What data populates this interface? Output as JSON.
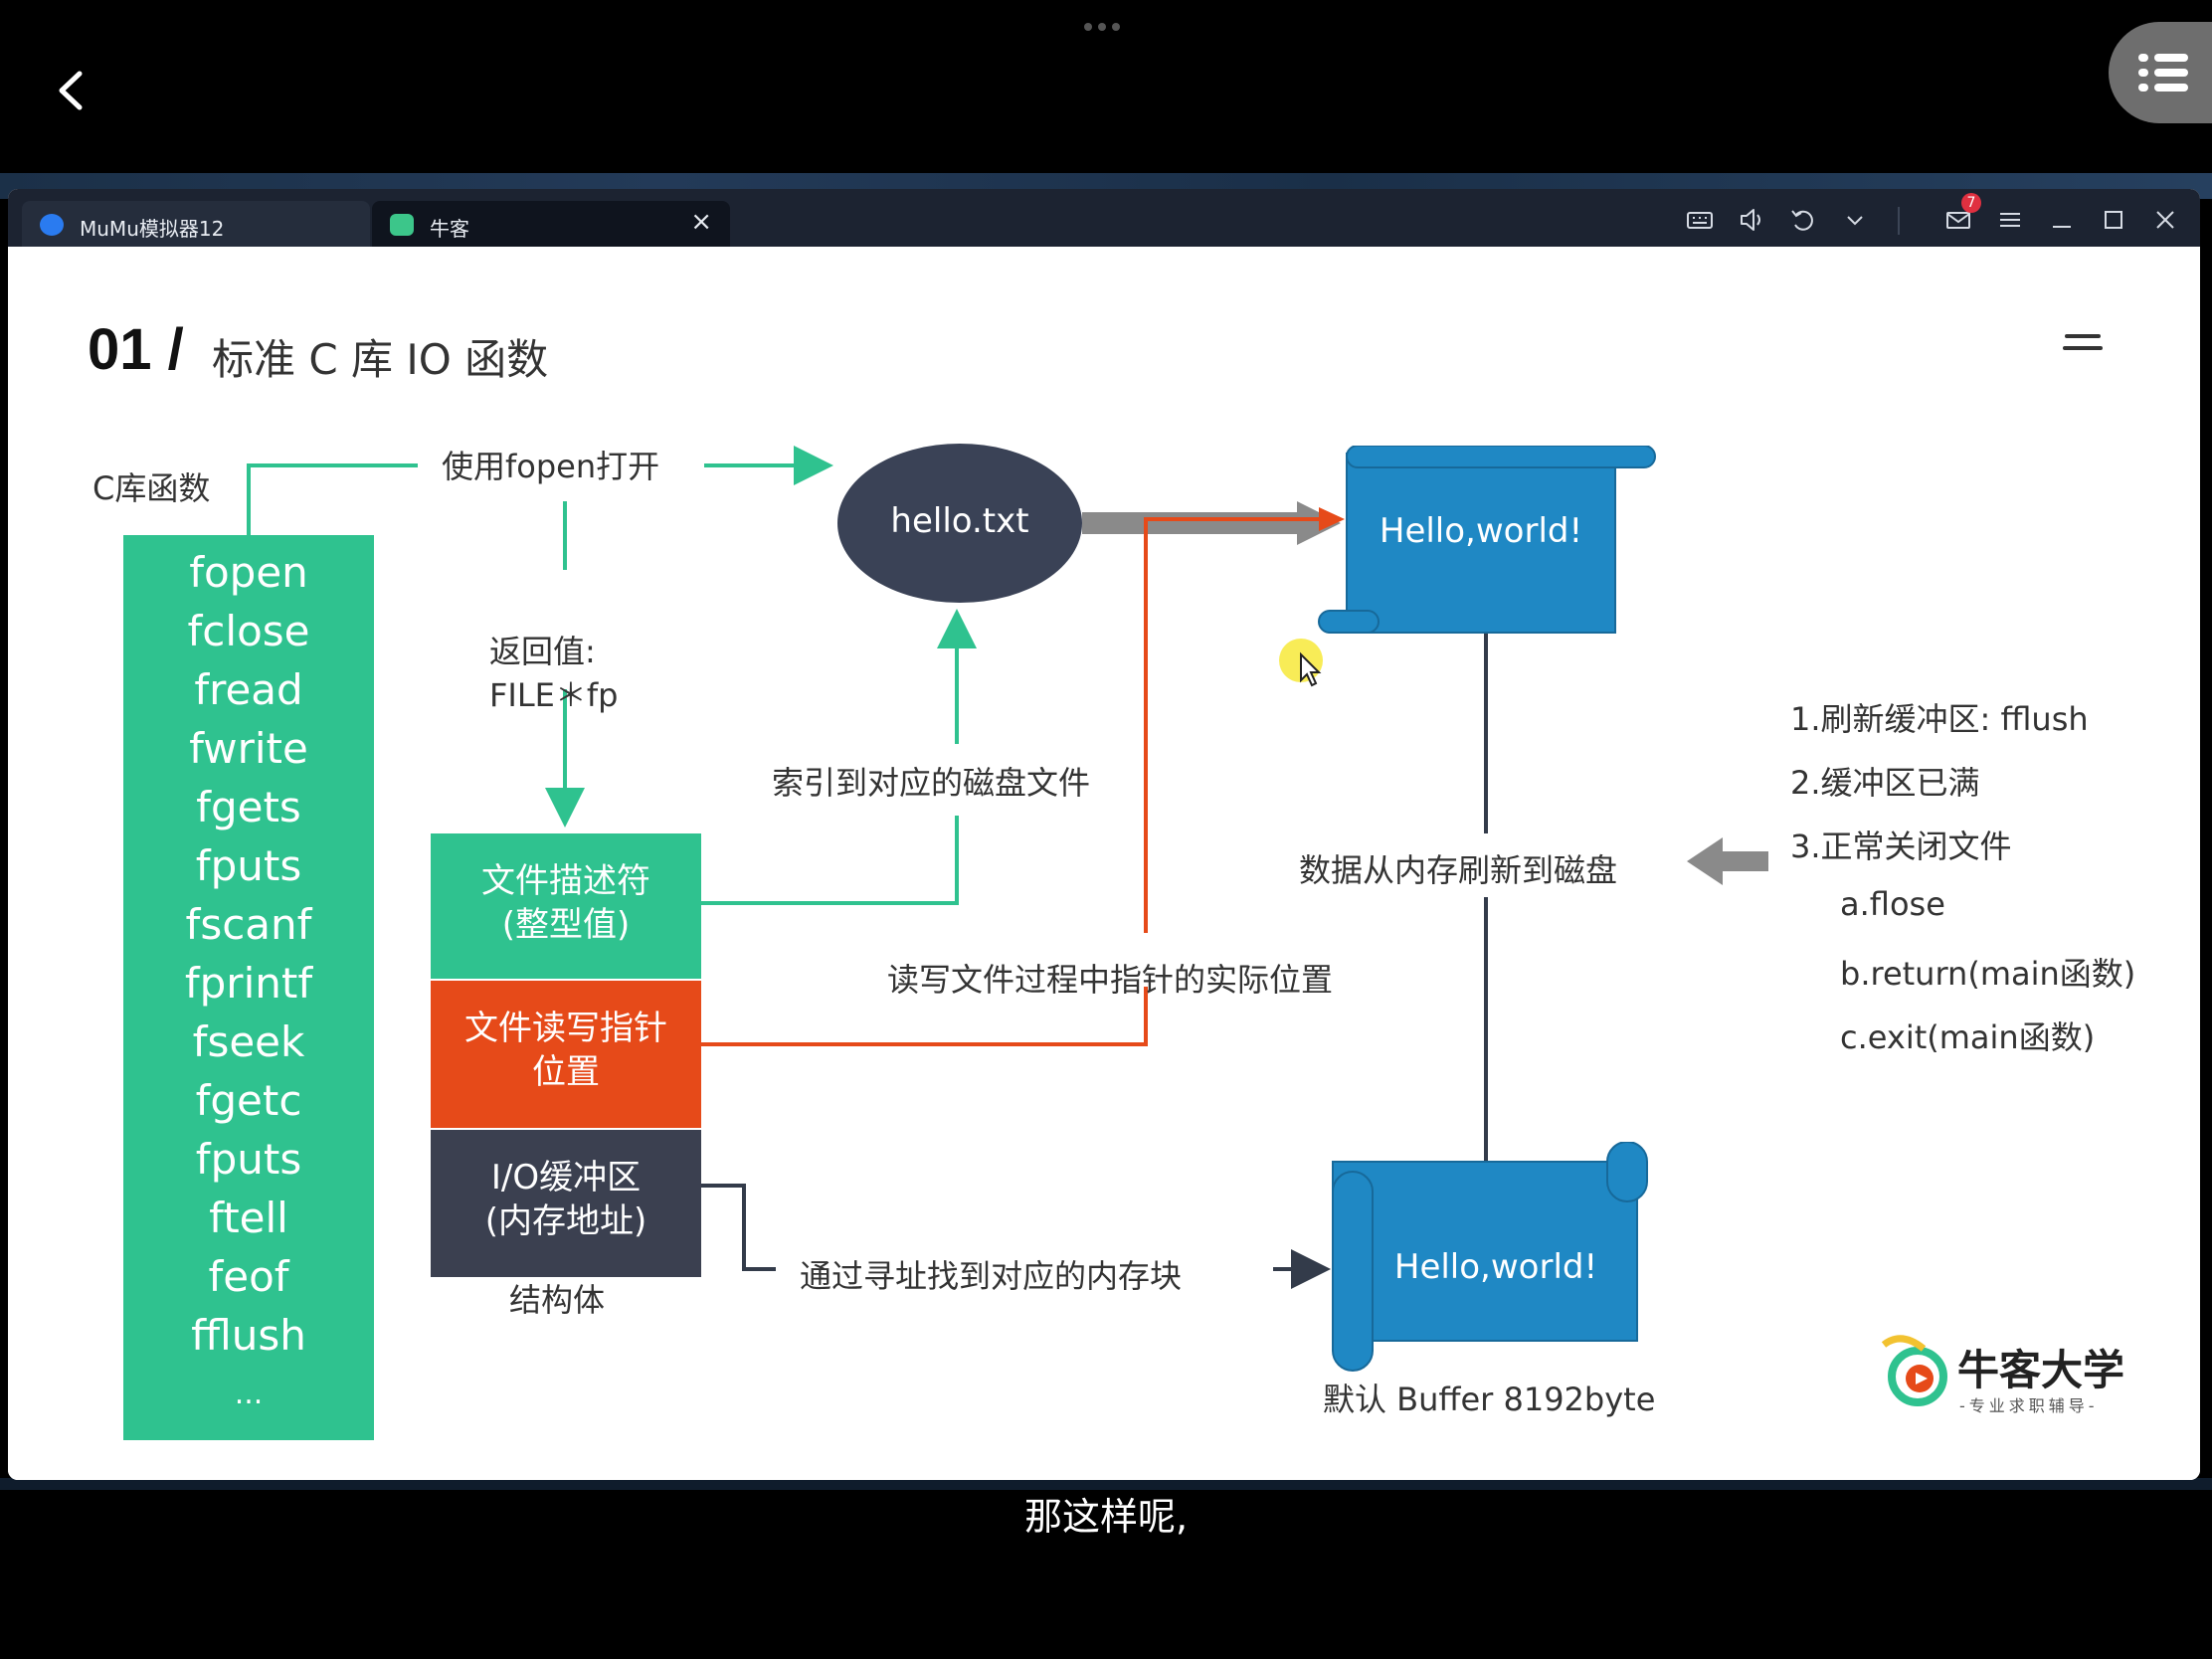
{
  "window": {
    "tabs": [
      {
        "label": "MuMu模拟器12"
      },
      {
        "label": "牛客"
      }
    ],
    "mail_badge": "7"
  },
  "slide": {
    "number": "01 /",
    "title": "标准 C 库 IO 函数",
    "func_header": "C库函数",
    "functions": [
      "fopen",
      "fclose",
      "fread",
      "fwrite",
      "fgets",
      "fputs",
      "fscanf",
      "fprintf",
      "fseek",
      "fgetc",
      "fputs",
      "ftell",
      "feof",
      "fflush",
      "..."
    ],
    "labels": {
      "open": "使用fopen打开",
      "return_line1": "返回值:",
      "return_line2": "FILE＊fp",
      "index_disk": "索引到对应的磁盘文件",
      "actual_pos": "读写文件过程中指针的实际位置",
      "find_mem": "通过寻址找到对应的内存块",
      "flush_disk": "数据从内存刷新到磁盘",
      "struct": "结构体",
      "buffer_default": "默认 Buffer 8192byte"
    },
    "file_name": "hello.txt",
    "scroll_top_text": "Hello,world!",
    "scroll_bottom_text": "Hello,world!",
    "blocks": {
      "fd_line1": "文件描述符",
      "fd_line2": "(整型值)",
      "rw_line1": "文件读写指针",
      "rw_line2": "位置",
      "io_line1": "I/O缓冲区",
      "io_line2": "(内存地址)"
    },
    "flush_list": [
      "1.刷新缓冲区: fflush",
      "2.缓冲区已满",
      "3.正常关闭文件",
      "a.flose",
      "b.return(main函数)",
      "c.exit(main函数)"
    ],
    "logo_name": "牛客大学",
    "logo_slogan": "-专业求职辅导-"
  },
  "subtitle": "那这样呢,",
  "colors": {
    "green": "#2fc28f",
    "orange": "#e64a19",
    "dark": "#3b4050",
    "scroll_blue": "#1f88c4",
    "arrow_gray": "#8a8a8a"
  }
}
